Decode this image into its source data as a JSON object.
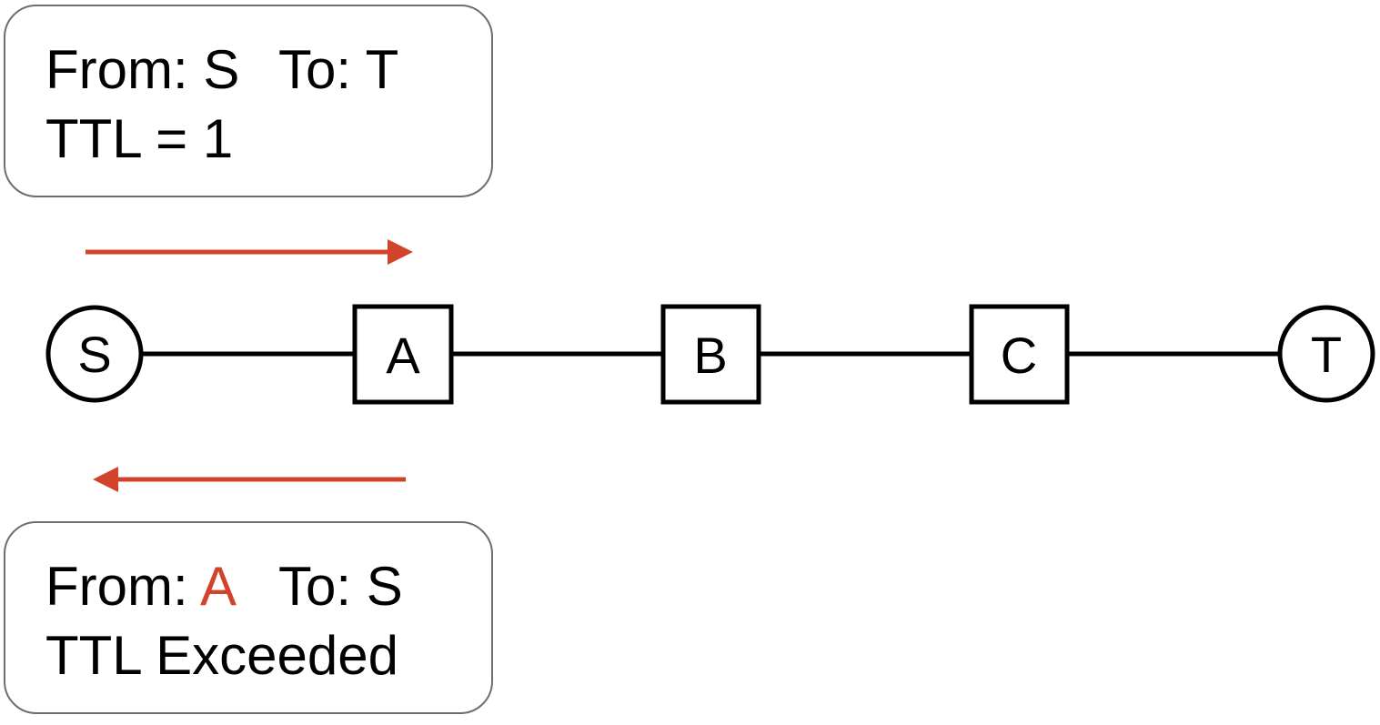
{
  "request_packet": {
    "from_label": "From:",
    "from_value": "S",
    "to_label": "To:",
    "to_value": "T",
    "status": "TTL = 1"
  },
  "reply_packet": {
    "from_label": "From:",
    "from_value": "A",
    "to_label": "To:",
    "to_value": "S",
    "status": "TTL Exceeded"
  },
  "nodes": [
    {
      "id": "S",
      "label": "S",
      "shape": "circle"
    },
    {
      "id": "A",
      "label": "A",
      "shape": "square"
    },
    {
      "id": "B",
      "label": "B",
      "shape": "square"
    },
    {
      "id": "C",
      "label": "C",
      "shape": "square"
    },
    {
      "id": "T",
      "label": "T",
      "shape": "circle"
    }
  ],
  "edges": [
    {
      "from": "S",
      "to": "A"
    },
    {
      "from": "A",
      "to": "B"
    },
    {
      "from": "B",
      "to": "C"
    },
    {
      "from": "C",
      "to": "T"
    }
  ],
  "arrows": [
    {
      "direction": "right",
      "meaning": "request S to A"
    },
    {
      "direction": "left",
      "meaning": "reply A to S"
    }
  ],
  "colors": {
    "arrow": "#d1432a",
    "highlight_text": "#d1432a",
    "box_border": "#6e6e6e",
    "line": "#000000"
  }
}
